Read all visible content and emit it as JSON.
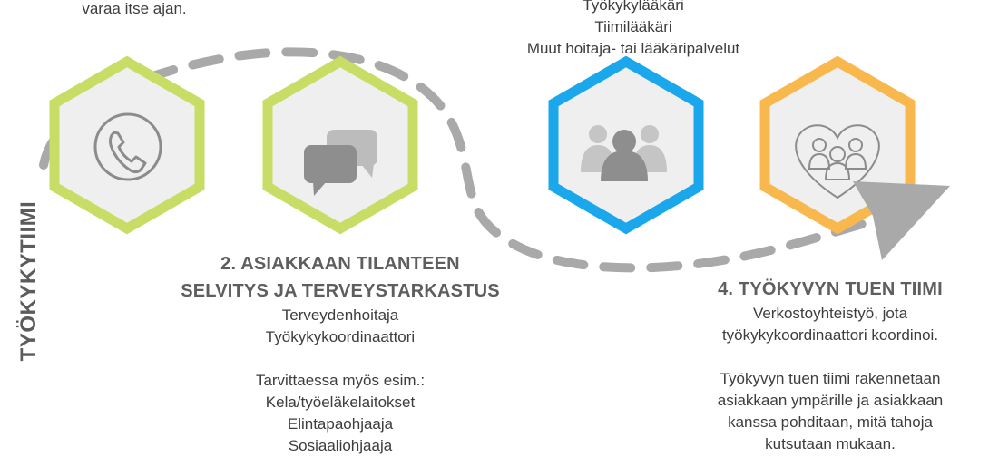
{
  "side_title": "TYÖKYKYTIIMI",
  "top_left_text": "varaa itse ajan.",
  "top_center_lines": [
    "Työkykylääkäri",
    "Tiimilääkäri",
    "Muut hoitaja- tai lääkäripalvelut"
  ],
  "step2": {
    "heading_lines": [
      "2. ASIAKKAAN TILANTEEN",
      "SELVITYS JA TERVEYSTARKASTUS"
    ],
    "body_lines": [
      "Terveydenhoitaja",
      "Työkykykoordinaattori",
      "",
      "Tarvittaessa myös esim.:",
      "Kela/työeläkelaitokset",
      "Elintapaohjaaja",
      "Sosiaaliohjaaja"
    ]
  },
  "step4": {
    "heading": "4. TYÖKYVYN TUEN TIIMI",
    "body_lines": [
      "Verkostoyhteistyö, jota",
      "työkykykoordinaattori koordinoi.",
      "",
      "Työkyvyn tuen tiimi rakennetaan",
      "asiakkaan ympärille ja asiakkaan",
      "kanssa pohditaan, mitä tahoja",
      "kutsutaan mukaan."
    ]
  },
  "hexagons": [
    {
      "icon": "phone-icon",
      "border_color": "#c8dd66"
    },
    {
      "icon": "speech-bubbles-icon",
      "border_color": "#c8dd66"
    },
    {
      "icon": "team-people-icon",
      "border_color": "#1aa7ec"
    },
    {
      "icon": "heart-people-icon",
      "border_color": "#f9b84d"
    }
  ],
  "colors": {
    "path": "#a9a9a9",
    "hex_fill": "#efefef",
    "icon": "#8c8c8c",
    "green": "#c8dd66",
    "blue": "#1aa7ec",
    "orange": "#f9b84d"
  }
}
